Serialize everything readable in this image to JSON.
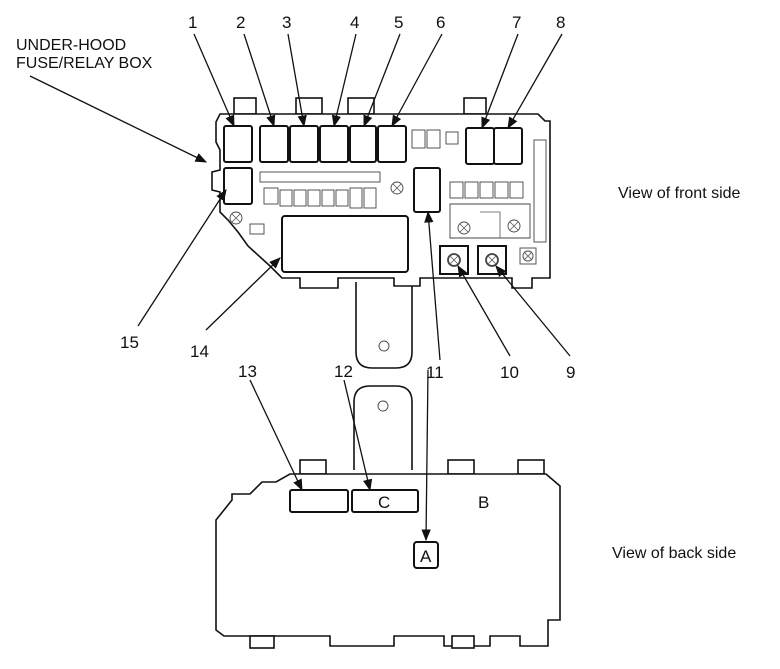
{
  "title": {
    "line1": "UNDER-HOOD",
    "line2": "FUSE/RELAY BOX"
  },
  "views": {
    "front": "View of front side",
    "back": "View of back side"
  },
  "callouts": [
    "1",
    "2",
    "3",
    "4",
    "5",
    "6",
    "7",
    "8",
    "9",
    "10",
    "11",
    "12",
    "13",
    "14",
    "15"
  ],
  "connectors": {
    "a": "A",
    "b": "B",
    "c": "C"
  },
  "colors": {
    "line": "#111111",
    "background": "#ffffff"
  }
}
